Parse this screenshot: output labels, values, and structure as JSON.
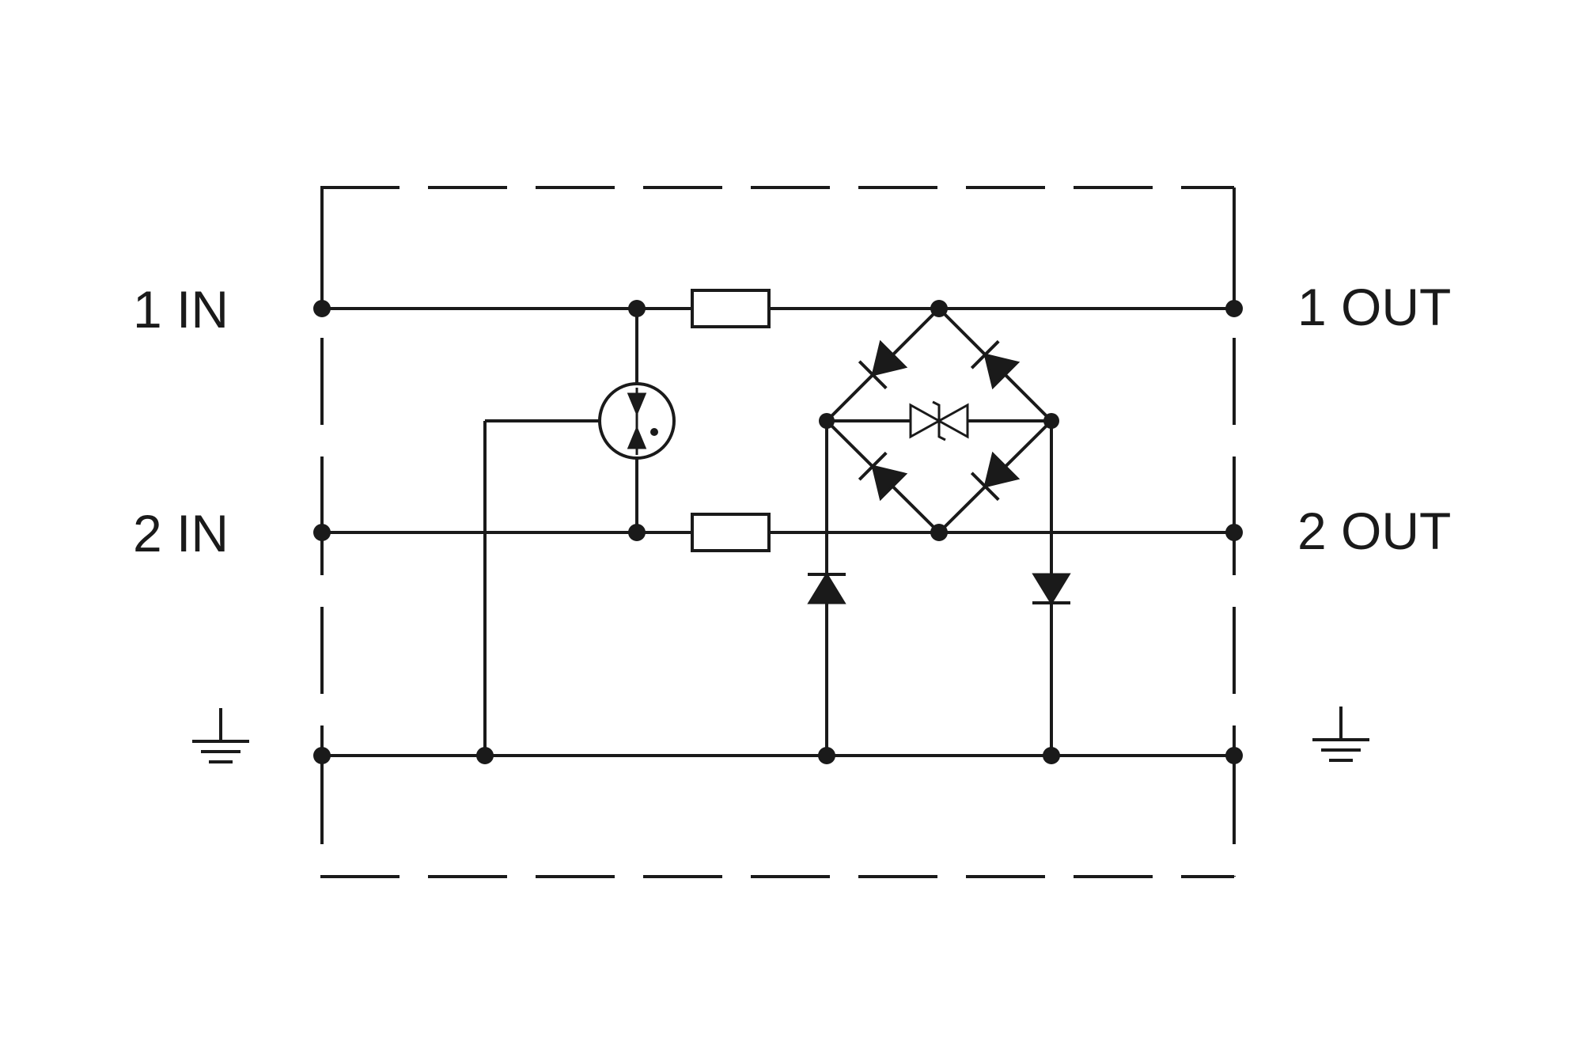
{
  "labels": {
    "in1": "1 IN",
    "in2": "2 IN",
    "out1": "1 OUT",
    "out2": "2 OUT"
  },
  "icons": {
    "ground_left": "ground-icon",
    "ground_right": "ground-icon"
  },
  "colors": {
    "line": "#1a1a1a",
    "background": "#ffffff"
  }
}
